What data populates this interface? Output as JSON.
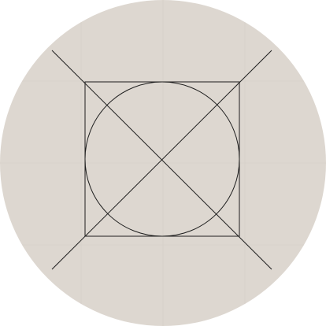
{
  "colors": {
    "page_background": "#ffffff",
    "disc_fill": "#ddd7d0",
    "grid_stroke": "#d6cfc7",
    "line_stroke": "#1e1e1e"
  },
  "figure": {
    "elements": [
      "background-disc",
      "square",
      "inscribed-circle",
      "diagonal-line-1",
      "diagonal-line-2"
    ],
    "grid_visible": true
  }
}
